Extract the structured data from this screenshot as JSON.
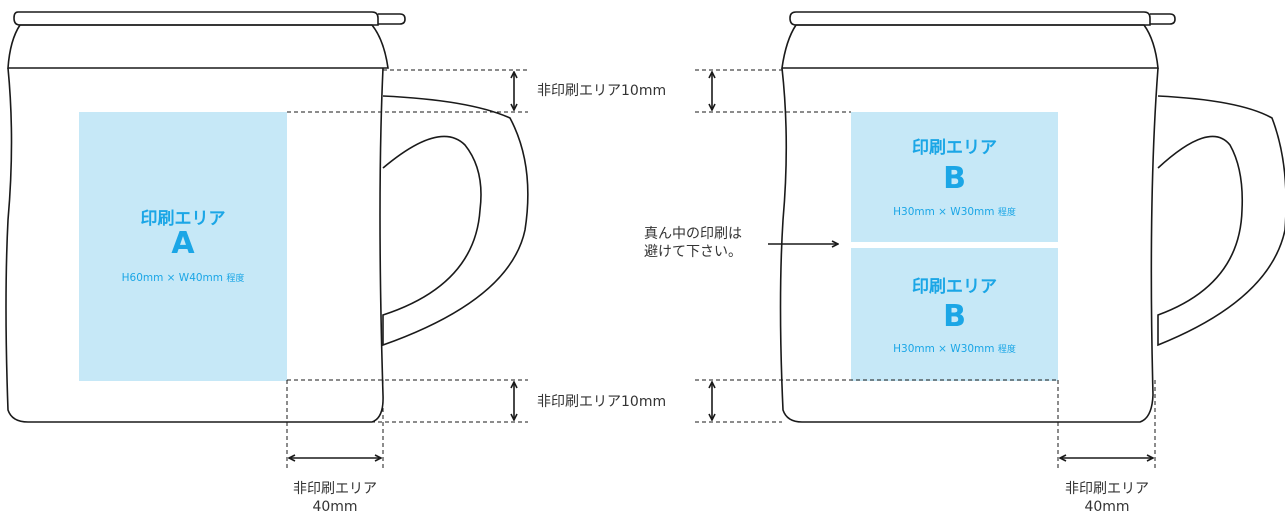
{
  "colors": {
    "outline": "#1a1a1a",
    "print_area_fill": "#c6e8f7",
    "print_area_text": "#1ba6e6",
    "label_text": "#333333"
  },
  "margin_label": "非印刷エリア10mm",
  "side_margin": {
    "label": "非印刷エリア",
    "value": "40mm"
  },
  "left_mug": {
    "area": {
      "title": "印刷エリア",
      "letter": "A",
      "size": "H60mm × W40mm",
      "suffix": "程度"
    }
  },
  "right_mug": {
    "area_top": {
      "title": "印刷エリア",
      "letter": "B",
      "size": "H30mm × W30mm",
      "suffix": "程度"
    },
    "area_bottom": {
      "title": "印刷エリア",
      "letter": "B",
      "size": "H30mm × W30mm",
      "suffix": "程度"
    },
    "center_note": {
      "line1": "真ん中の印刷は",
      "line2": "避けて下さい。"
    }
  }
}
